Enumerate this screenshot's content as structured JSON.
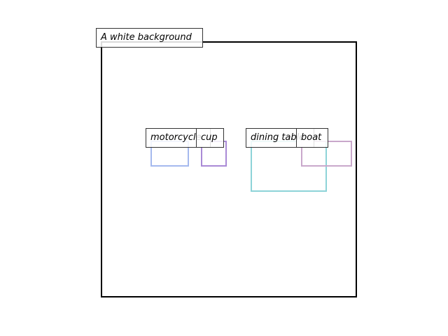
{
  "caption": "A white background",
  "objects": [
    {
      "label": "motorcycle",
      "color": "#a5b9ee"
    },
    {
      "label": "cup",
      "color": "#a98ad6"
    },
    {
      "label": "dining table",
      "color": "#8dd3d8"
    },
    {
      "label": "boat",
      "color": "#c9a8cb"
    }
  ]
}
